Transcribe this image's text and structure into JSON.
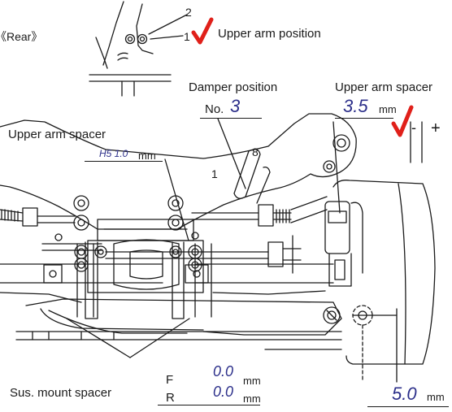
{
  "rear_label": "《Rear》",
  "upper_arm_position": {
    "label": "Upper arm position",
    "hole_upper": "2",
    "hole_lower": "1"
  },
  "damper_position": {
    "label": "Damper position",
    "no_prefix": "No.",
    "value": "3",
    "hole_low": "1",
    "hole_high": "8"
  },
  "upper_arm_spacer_right": {
    "label": "Upper arm spacer",
    "value": "3.5",
    "unit": "mm",
    "minus": "-",
    "plus": "+"
  },
  "upper_arm_spacer_left": {
    "label": "Upper arm spacer",
    "value": "H5 1.0",
    "unit": "mm"
  },
  "sus_mount_spacer": {
    "label": "Sus. mount spacer",
    "front_letter": "F",
    "front_value": "0.0",
    "rear_letter": "R",
    "rear_value": "0.0",
    "unit": "mm"
  },
  "bottom_right": {
    "value": "5.0",
    "unit": "mm"
  },
  "colors": {
    "check_mark": "#e0201a",
    "value_text": "#2c2f8a",
    "line_art": "#1a1a1a"
  }
}
